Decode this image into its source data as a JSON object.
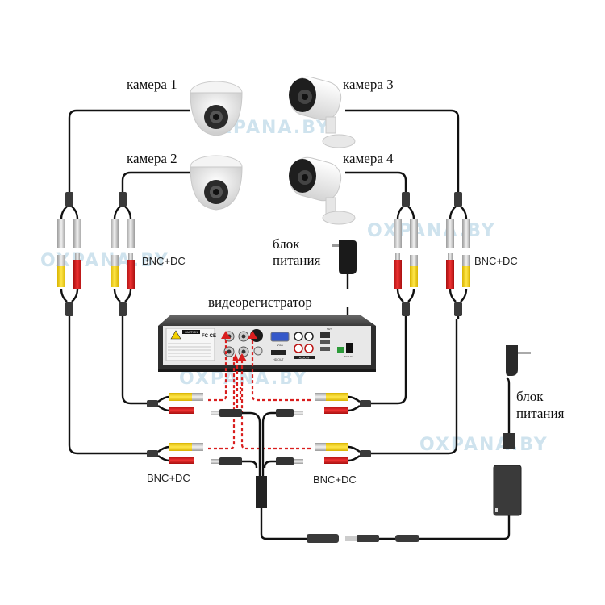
{
  "title": "Схема подключения системы видеонаблюдения",
  "labels": {
    "camera1": "камера  1",
    "camera2": "камера  2",
    "camera3": "камера  3",
    "camera4": "камера  4",
    "dvr": "видеорегистратор",
    "psu_top_line1": "блок",
    "psu_top_line2": "питания",
    "psu_right_line1": "блок",
    "psu_right_line2": "питания",
    "bnc_dc_left_top": "BNC+DC",
    "bnc_dc_right_top": "BNC+DC",
    "bnc_dc_left_bottom": "BNC+DC",
    "bnc_dc_right_bottom": "BNC+DC"
  },
  "dvr_panel": {
    "caution": "CAUTION",
    "fc_mark": "FC CE",
    "vga": "VGA",
    "hdmi": "HD OUT",
    "audio": "AUDIO IN",
    "net": "NET",
    "power": "DC 12V"
  },
  "watermark": "OXPANA.BY",
  "colors": {
    "cable": "#111111",
    "signal_dash": "#d91e1e",
    "bnc_yellow": "#f2d22a",
    "dc_red": "#d8201f",
    "watermark": "#cfe3ee",
    "dvr_body": "#2e2e2e",
    "dvr_panel": "#e8e8e8"
  }
}
